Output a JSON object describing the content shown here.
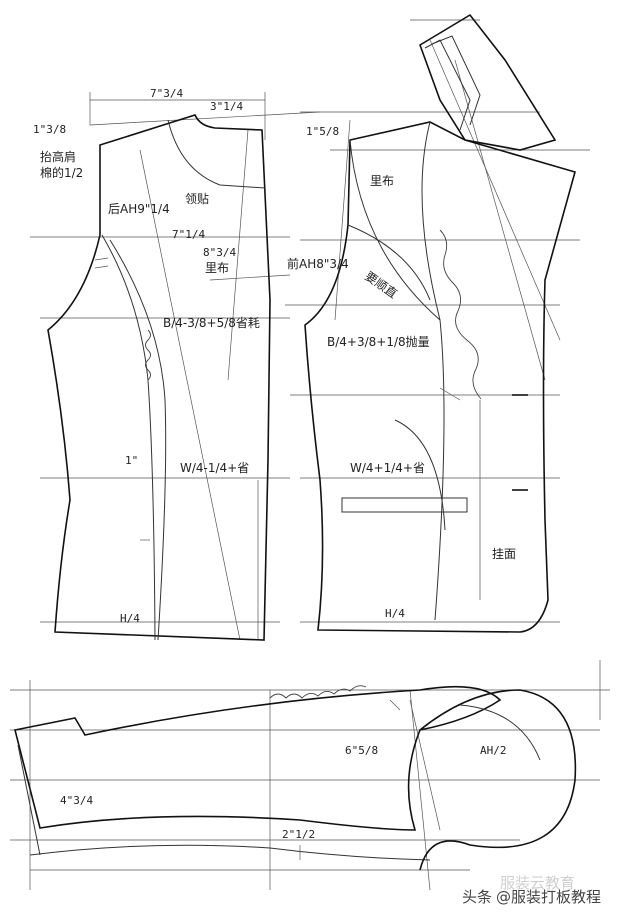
{
  "labels": {
    "back_width": "7\"3/4",
    "back_neck": "3\"1/4",
    "back_shoulder_raise": "1\"3/8",
    "raise_pad_1": "抬高肩",
    "raise_pad_2": "棉的1/2",
    "back_armhole": "后AH9\"1/4",
    "facing": "领贴",
    "back_bust_width": "7\"1/4",
    "depth_834": "8\"3/4",
    "lining_back": "里布",
    "front_armhole": "前AH8\"3/4",
    "keep_smooth": "要顺直",
    "back_dart": "B/4-3/8+5/8省耗",
    "front_shoulder_raise": "1\"5/8",
    "lining_front": "里布",
    "front_ease": "B/4+3/8+1/8抛量",
    "back_waist_offset": "1\"",
    "back_waist": "W/4-1/4+省",
    "front_waist": "W/4+1/4+省",
    "hang_facing": "挂面",
    "back_hip": "H/4",
    "front_hip": "H/4",
    "sleeve_cap_height": "6\"5/8",
    "armhole_half": "AH/2",
    "sleeve_width": "4\"3/4",
    "sleeve_offset": "2\"1/2"
  },
  "watermark": {
    "prefix": "头条",
    "handle": "@服装打板教程",
    "ghost": "服装云教育"
  }
}
